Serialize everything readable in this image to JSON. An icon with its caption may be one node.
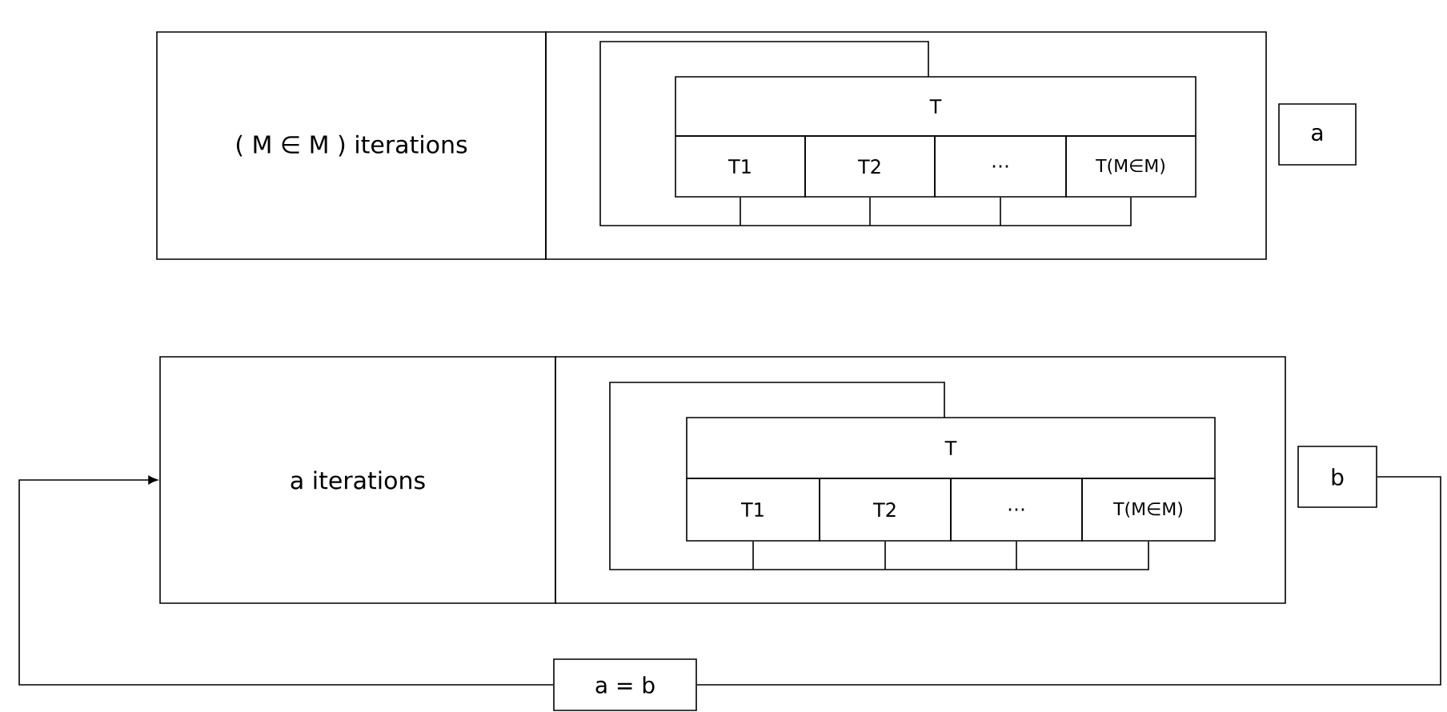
{
  "diagram": {
    "nodes": [
      {
        "text": [
          "( M ∈ M ) iterations"
        ]
      },
      {
        "text": [],
        "shape": "box"
      },
      {
        "text": [
          "T"
        ],
        "in": 1
      },
      {
        "text": [
          "T1"
        ],
        "in": 1
      },
      {
        "text": [
          "T2"
        ],
        "in": 1
      },
      {
        "text": [
          "…"
        ],
        "in": 1
      },
      {
        "text": [
          "T(M∈M)"
        ],
        "in": 1
      },
      {
        "text": [
          "a"
        ]
      },
      {
        "text": [
          "a iterations"
        ]
      },
      {
        "text": [],
        "shape": "box"
      },
      {
        "text": [
          "T"
        ],
        "in": 9
      },
      {
        "text": [
          "T1"
        ],
        "in": 9
      },
      {
        "text": [
          "T2"
        ],
        "in": 9
      },
      {
        "text": [
          "…"
        ],
        "in": 9
      },
      {
        "text": [
          "T(M∈M)"
        ],
        "in": 9
      },
      {
        "text": [
          "b"
        ]
      },
      {
        "text": [
          "a = b"
        ]
      }
    ],
    "edges": [
      {
        "from": 3,
        "to": 2,
        "arrow": "none"
      },
      {
        "from": 4,
        "to": 2,
        "arrow": "none"
      },
      {
        "from": 5,
        "to": 2,
        "arrow": "none"
      },
      {
        "from": 6,
        "to": 2,
        "arrow": "none"
      },
      {
        "from": 11,
        "to": 10,
        "arrow": "none"
      },
      {
        "from": 12,
        "to": 10,
        "arrow": "none"
      },
      {
        "from": 13,
        "to": 10,
        "arrow": "none"
      },
      {
        "from": 14,
        "to": 10,
        "arrow": "none"
      },
      {
        "from": 15,
        "to": 16,
        "arrow": "none"
      },
      {
        "from": 16,
        "to": 8,
        "arrow": "to"
      }
    ]
  }
}
